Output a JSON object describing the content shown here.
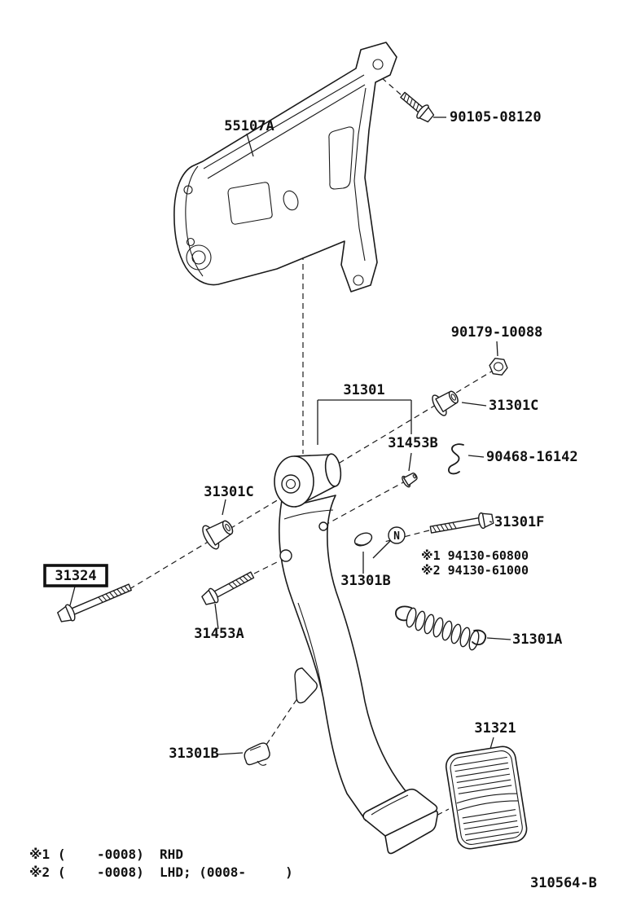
{
  "page": {
    "background": "#ffffff",
    "ink": "#1a1a1a"
  },
  "labels": {
    "bracket": "55107A",
    "bolt_top": "90105-08120",
    "nut_top": "90179-10088",
    "pedal_assembly": "31301",
    "bushing_right": "31301C",
    "pin_upper": "31453B",
    "clip_right": "90468-16142",
    "bushing_left": "31301C",
    "bolt_right": "31301F",
    "n_marker": "N",
    "nut_note_1": "※1 94130-60800",
    "nut_note_2": "※2 94130-61000",
    "bolt_main": "31324",
    "bolt_lower": "31453A",
    "stopper_mid": "31301B",
    "spring": "31301A",
    "clip_lower": "31301B",
    "pedal_pad": "31321"
  },
  "footnotes": {
    "line1": "※1 (    -0008)  RHD",
    "line2": "※2 (    -0008)  LHD; (0008-     )"
  },
  "figure_number": "310564-B"
}
